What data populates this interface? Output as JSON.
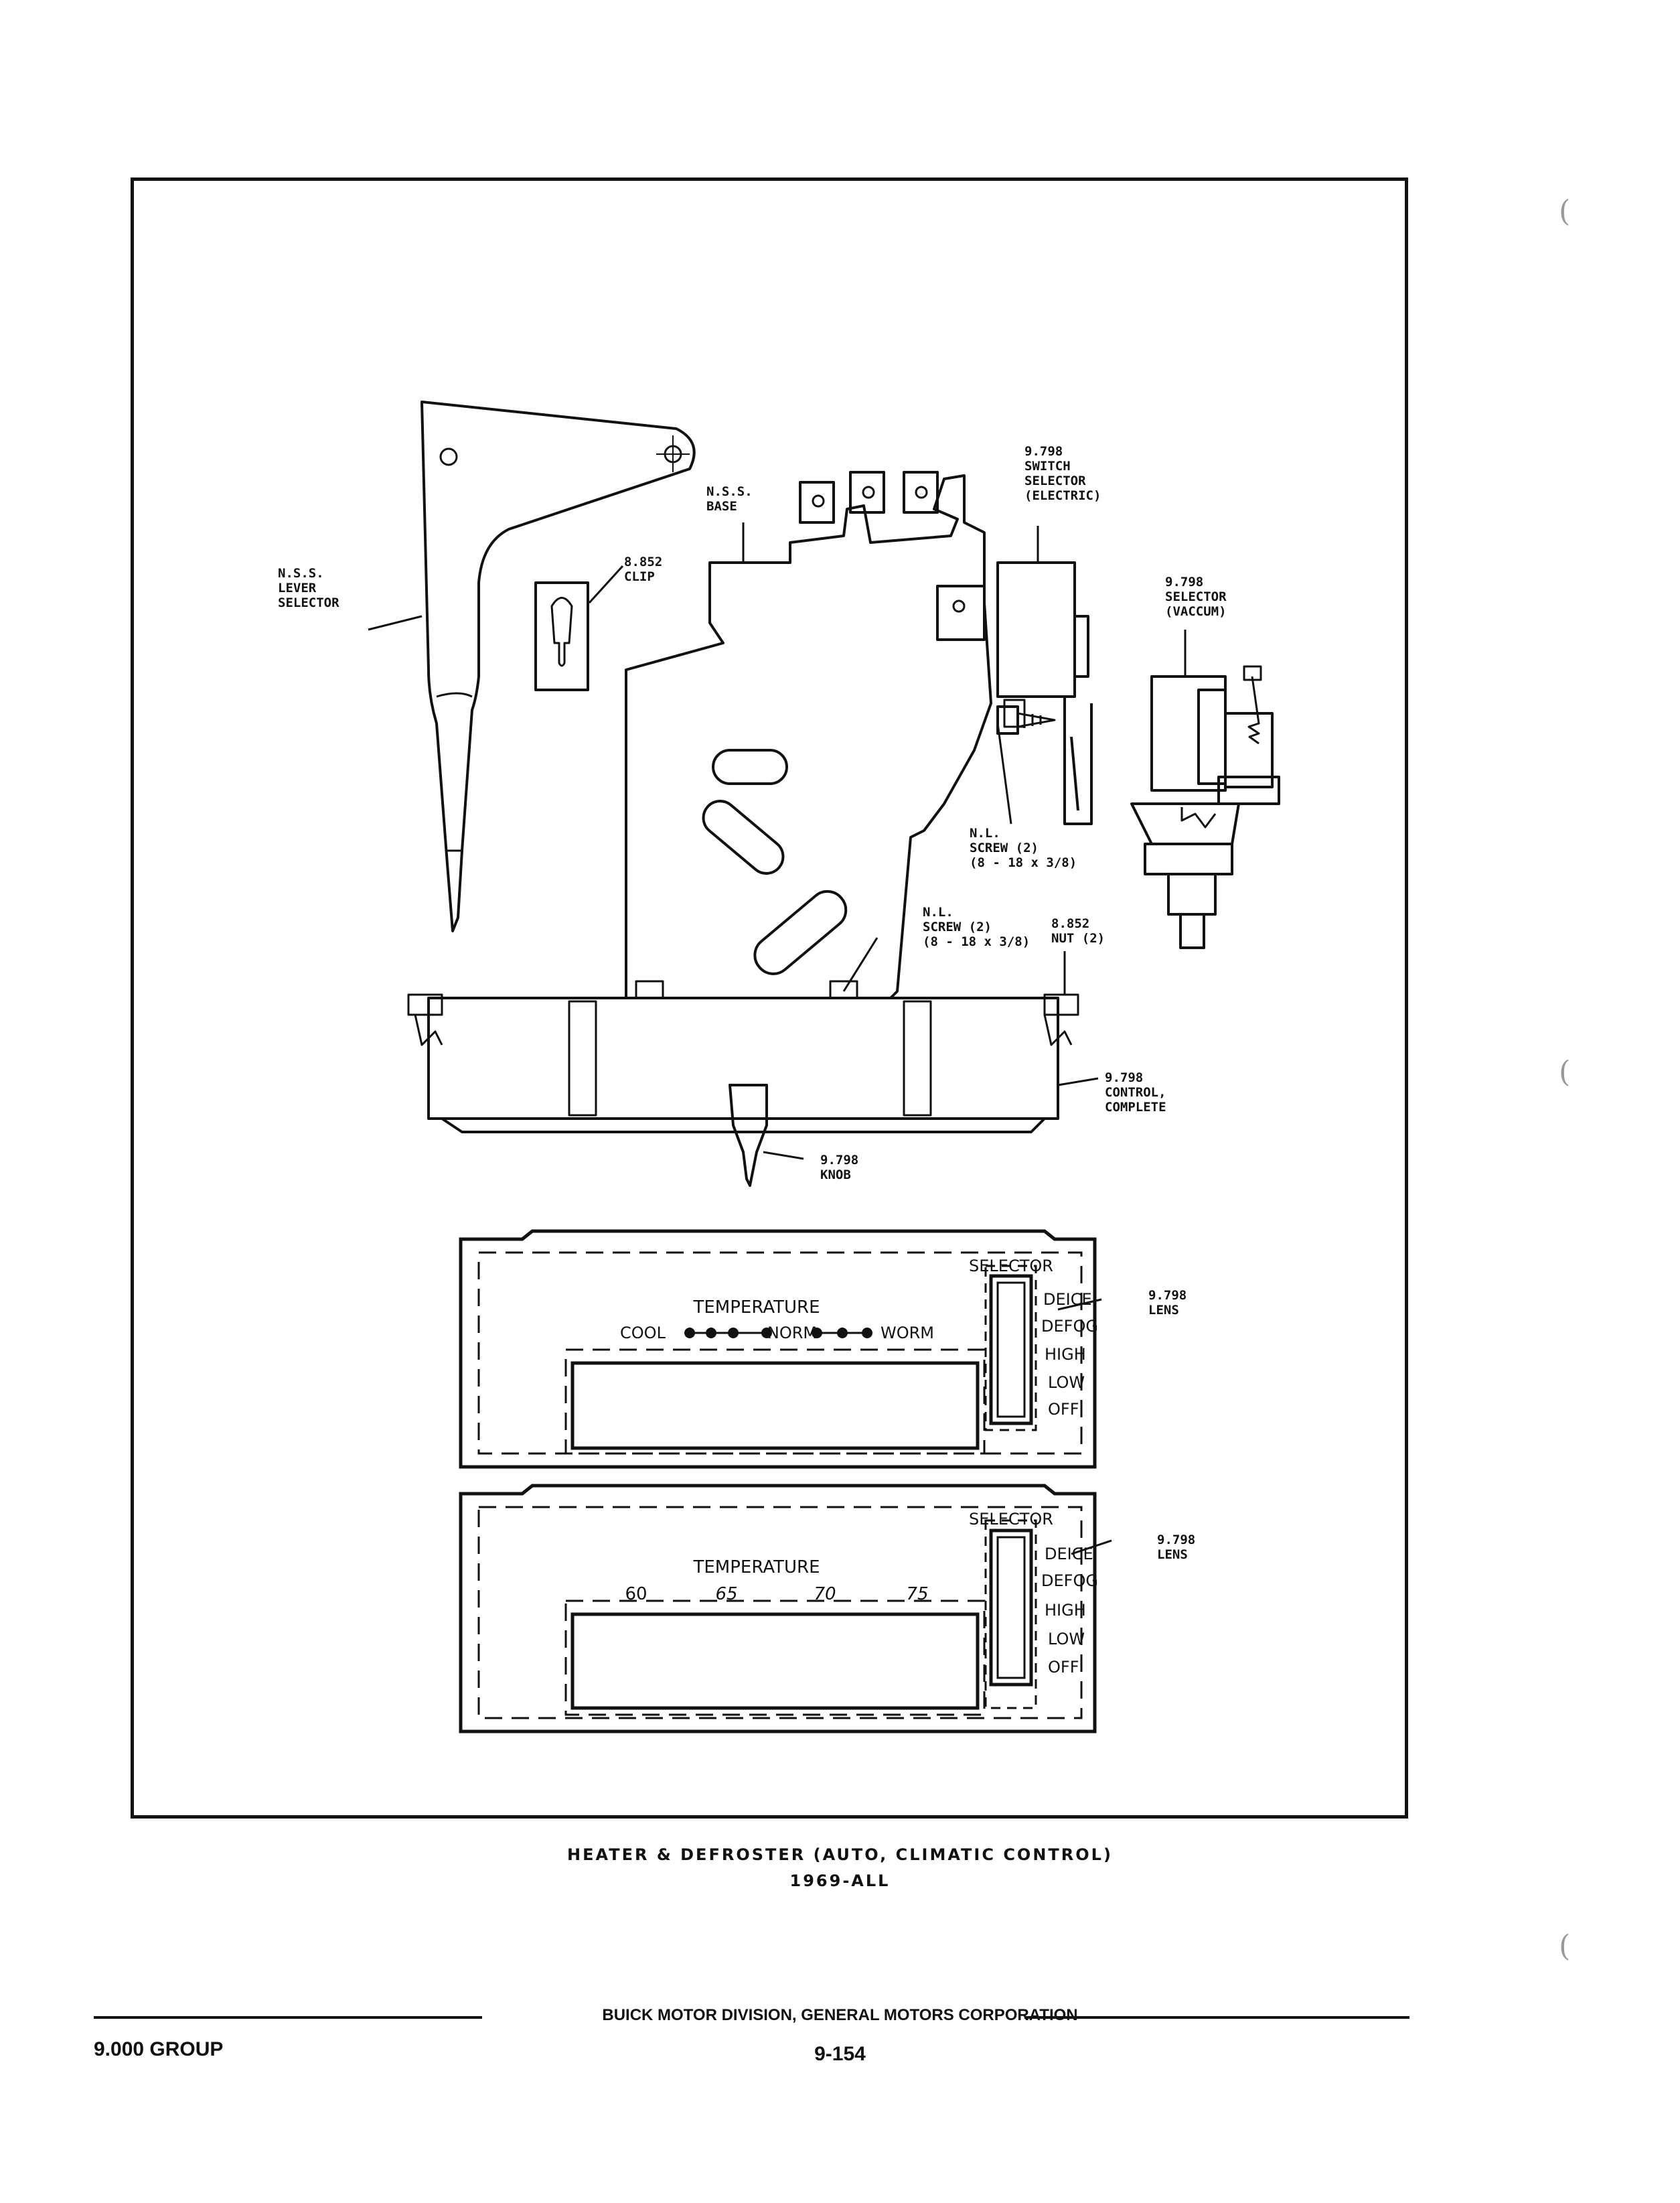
{
  "diagram": {
    "callouts": {
      "lever_selector": [
        "N.S.S.",
        "LEVER",
        "SELECTOR"
      ],
      "clip": [
        "8.852",
        "CLIP"
      ],
      "base": [
        "N.S.S.",
        "BASE"
      ],
      "switch_selector": [
        "9.798",
        "SWITCH",
        "SELECTOR",
        "(ELECTRIC)"
      ],
      "vacuum_selector": [
        "9.798",
        "SELECTOR",
        "(VACCUM)"
      ],
      "screw_upper": [
        "N.L.",
        "SCREW (2)",
        "(8 - 18 x 3/8)"
      ],
      "screw_lower": [
        "N.L.",
        "SCREW (2)",
        "(8 - 18 x 3/8)"
      ],
      "nut": [
        "8.852",
        "NUT (2)"
      ],
      "control": [
        "9.798",
        "CONTROL,",
        "COMPLETE"
      ],
      "knob": [
        "9.798",
        "KNOB"
      ],
      "lens_upper": [
        "9.798",
        "LENS"
      ],
      "lens_lower": [
        "9.798",
        "LENS"
      ]
    },
    "lens_upper": {
      "selector_label": "SELECTOR",
      "temperature_label": "TEMPERATURE",
      "scale": [
        "COOL",
        "NORM",
        "WORM"
      ],
      "modes": [
        "DEICE",
        "DEFOG",
        "HIGH",
        "LOW",
        "OFF"
      ]
    },
    "lens_lower": {
      "selector_label": "SELECTOR",
      "temperature_label": "TEMPERATURE",
      "scale": [
        "60",
        "65",
        "70",
        "75"
      ],
      "modes": [
        "DEICE",
        "DEFOG",
        "HIGH",
        "LOW",
        "OFF"
      ]
    }
  },
  "caption": {
    "line1": "HEATER & DEFROSTER (AUTO, CLIMATIC CONTROL)",
    "line2": "1969-ALL"
  },
  "footer": {
    "company": "BUICK MOTOR DIVISION, GENERAL MOTORS CORPORATION",
    "group": "9.000 GROUP",
    "page": "9-154"
  }
}
